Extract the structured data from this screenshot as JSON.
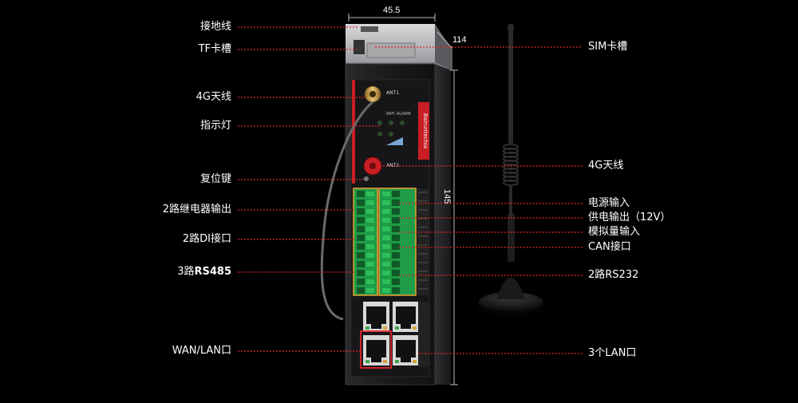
{
  "colors": {
    "background": "#000000",
    "leader": "#e0262a",
    "device_body": "#1c1c1e",
    "accent_red": "#c81e24",
    "terminal_green": "#2ec05a",
    "port_gray": "#9a9a9a"
  },
  "dimensions": {
    "width": "45.5",
    "depth": "114",
    "height": "145"
  },
  "left_labels": [
    {
      "id": "ground",
      "text": "接地线"
    },
    {
      "id": "tf",
      "text": "TF卡槽"
    },
    {
      "id": "ant-4g-1",
      "text": "4G天线"
    },
    {
      "id": "indicator",
      "text": "指示灯"
    },
    {
      "id": "reset",
      "text": "复位键"
    },
    {
      "id": "relay",
      "text": "2路继电器输出"
    },
    {
      "id": "di",
      "text": "2路DI接口"
    },
    {
      "id": "rs485",
      "text_prefix": "3路",
      "text_bold": "RS485"
    },
    {
      "id": "wanlan",
      "text": "WAN/LAN口"
    }
  ],
  "right_labels": [
    {
      "id": "sim",
      "text": "SIM卡槽"
    },
    {
      "id": "ant-4g-2",
      "text": "4G天线"
    },
    {
      "id": "power-in",
      "text": "电源输入"
    },
    {
      "id": "power-out",
      "text": "供电输出（12V）"
    },
    {
      "id": "analog",
      "text": "模拟量输入"
    },
    {
      "id": "can",
      "text": "CAN接口"
    },
    {
      "id": "rs232",
      "text": "2路RS232"
    },
    {
      "id": "lan3",
      "text": "3个LAN口"
    }
  ],
  "device": {
    "ant1_label": "ANT1",
    "ant2_label": "ANT2",
    "wifi_label": "WIFI",
    "alarm_label": "ALARM",
    "brand_text": "Bairuntechia"
  }
}
